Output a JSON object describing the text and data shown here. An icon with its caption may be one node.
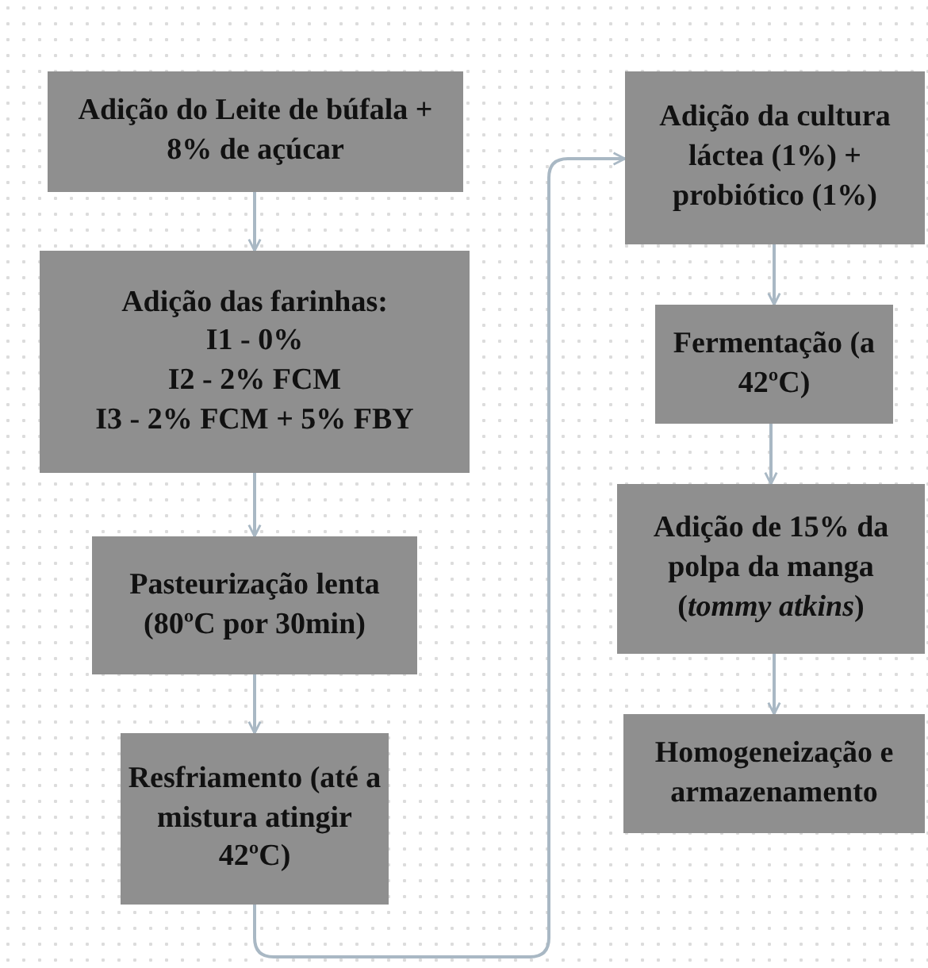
{
  "diagram": {
    "nodes": [
      {
        "text": [
          "Adição do Leite de búfala + 8% de açúcar"
        ]
      },
      {
        "text": [
          "Adição das farinhas:",
          "I1 - 0%",
          "I2 - 2% FCM",
          "I3 - 2% FCM + 5% FBY"
        ]
      },
      {
        "text": [
          "Pasteurização lenta (80ºC por 30min)"
        ]
      },
      {
        "text": [
          "Resfriamento (até a mistura atingir 42ºC)"
        ]
      },
      {
        "text": [
          "Adição da cultura láctea (1%) + probiótico (1%)"
        ]
      },
      {
        "text": [
          "Fermentação (a 42ºC)"
        ]
      },
      {
        "text": [
          "Adição de 15% da polpa da manga (*tommy atkins*)"
        ]
      },
      {
        "text": [
          "Homogeneização e armazenamento"
        ]
      }
    ],
    "edges": [
      {
        "from": 0,
        "to": 1,
        "arrow": "to"
      },
      {
        "from": 1,
        "to": 2,
        "arrow": "to"
      },
      {
        "from": 2,
        "to": 3,
        "arrow": "to"
      },
      {
        "from": 3,
        "to": 4,
        "arrow": "to"
      },
      {
        "from": 4,
        "to": 5,
        "arrow": "to"
      },
      {
        "from": 5,
        "to": 6,
        "arrow": "to"
      },
      {
        "from": 6,
        "to": 7,
        "arrow": "to"
      }
    ]
  }
}
